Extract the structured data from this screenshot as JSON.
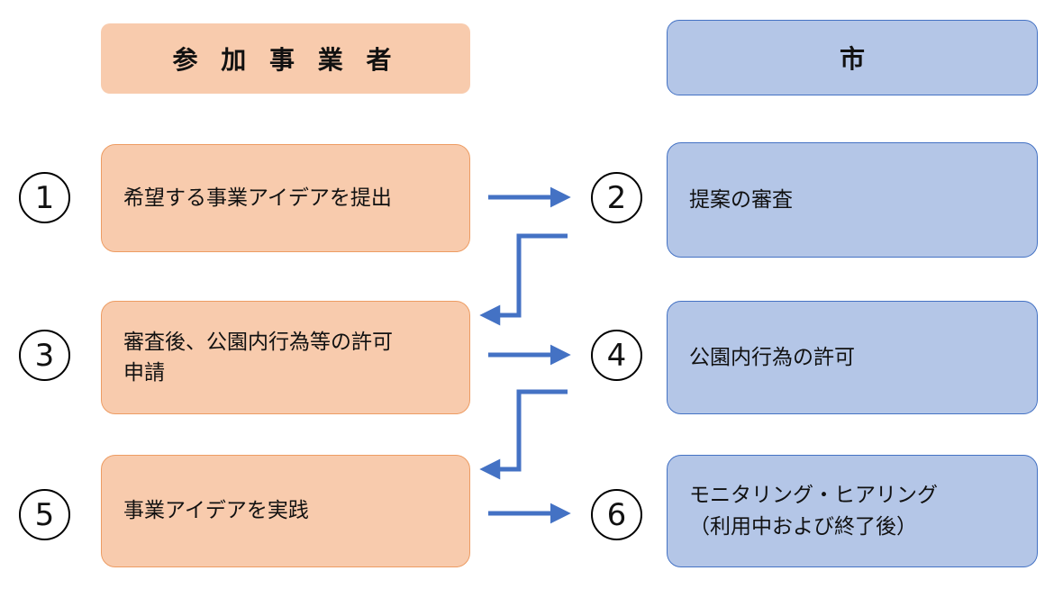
{
  "headers": {
    "left": "参 加 事 業 者",
    "right": "市"
  },
  "steps": [
    {
      "number": "1",
      "column": "left",
      "label": "希望する事業アイデアを提出"
    },
    {
      "number": "2",
      "column": "right",
      "label": "提案の審査"
    },
    {
      "number": "3",
      "column": "left",
      "label": "審査後、公園内行為等の許可\n申請"
    },
    {
      "number": "4",
      "column": "right",
      "label": "公園内行為の許可"
    },
    {
      "number": "5",
      "column": "left",
      "label": "事業アイデアを実践"
    },
    {
      "number": "6",
      "column": "right",
      "label": "モニタリング・ヒアリング\n（利用中および終了後）"
    }
  ],
  "colors": {
    "orange_fill": "#F8CBAD",
    "orange_border": "#ED9C63",
    "blue_fill": "#B4C6E7",
    "blue_border": "#4472C4",
    "arrow": "#4472C4",
    "text": "#111111",
    "background": "#FFFFFF"
  }
}
